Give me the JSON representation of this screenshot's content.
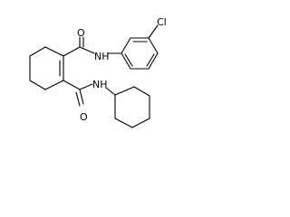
{
  "molecule": {
    "atoms": {
      "carbonyl_o_upper": "O",
      "amide_nh_upper": "NH",
      "chlorine": "Cl",
      "amide_nh_lower": "NH",
      "carbonyl_o_lower": "O"
    }
  }
}
